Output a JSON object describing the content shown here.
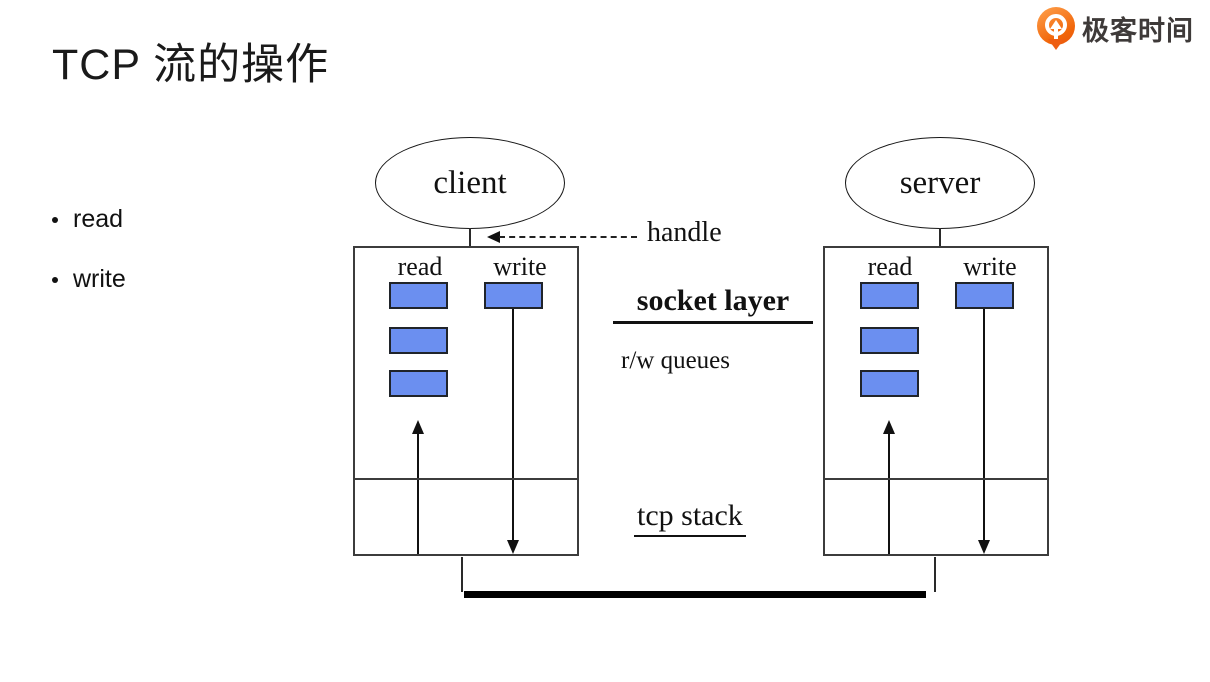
{
  "slide": {
    "title": "TCP 流的操作"
  },
  "logo": {
    "text": "极客时间",
    "icon": "geektime-pin-icon",
    "brand_color": "#F1660A"
  },
  "bullets": {
    "items": [
      {
        "label": "read"
      },
      {
        "label": "write"
      }
    ]
  },
  "diagram": {
    "client": {
      "label": "client"
    },
    "server": {
      "label": "server"
    },
    "handle_label": "handle",
    "socket_layer_label": "socket layer",
    "rw_queues_label": "r/w queues",
    "tcp_stack_label": "tcp stack",
    "client_box": {
      "read_label": "read",
      "write_label": "write",
      "read_queue_count": 3,
      "write_queue_count": 1
    },
    "server_box": {
      "read_label": "read",
      "write_label": "write",
      "read_queue_count": 3,
      "write_queue_count": 1
    },
    "colors": {
      "queue_fill": "#6B8FF0",
      "queue_border": "#20242a",
      "wire": "#000000",
      "box_border": "#3c3c3c"
    }
  }
}
